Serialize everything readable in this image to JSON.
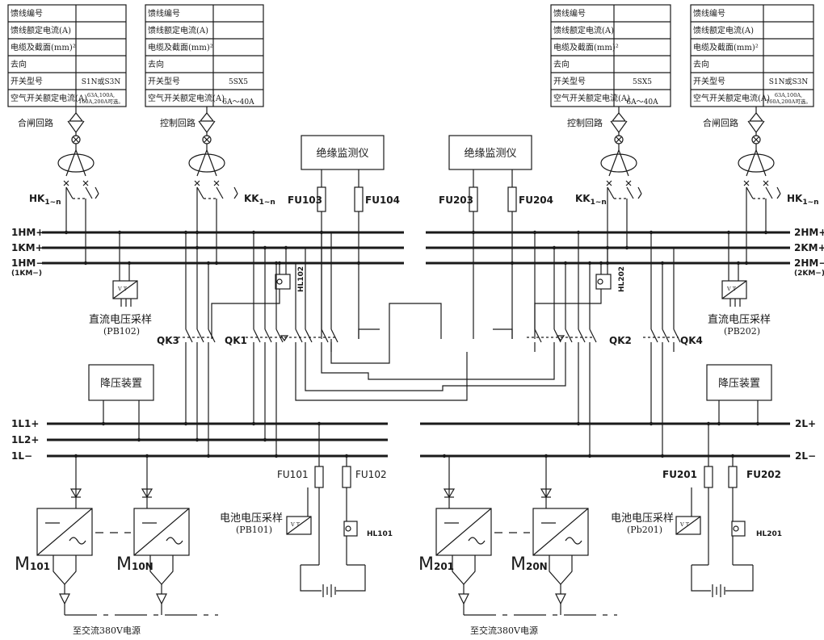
{
  "feeder_tables": [
    {
      "rows": [
        {
          "label": "馈线编号",
          "value": ""
        },
        {
          "label": "馈线额定电流(A)",
          "value": ""
        },
        {
          "label": "电缆及截面(mm)²",
          "value": ""
        },
        {
          "label": "去向",
          "value": ""
        },
        {
          "label": "开关型号",
          "value": "S1N或S3N"
        },
        {
          "label": "空气开关额定电流(A)",
          "value": "63A,100A,",
          "value2": "160A,200A可选。"
        }
      ],
      "circuit": "合闸回路"
    },
    {
      "rows": [
        {
          "label": "馈线编号",
          "value": ""
        },
        {
          "label": "馈线额定电流(A)",
          "value": ""
        },
        {
          "label": "电缆及截面(mm)²",
          "value": ""
        },
        {
          "label": "去向",
          "value": ""
        },
        {
          "label": "开关型号",
          "value": "5SX5"
        },
        {
          "label": "空气开关额定电流(A)",
          "value": "6A～40A",
          "value2": ""
        }
      ],
      "circuit": "控制回路"
    },
    {
      "rows": [
        {
          "label": "馈线编号",
          "value": ""
        },
        {
          "label": "馈线额定电流(A)",
          "value": ""
        },
        {
          "label": "电缆及截面(mm)²",
          "value": ""
        },
        {
          "label": "去向",
          "value": ""
        },
        {
          "label": "开关型号",
          "value": "5SX5"
        },
        {
          "label": "空气开关额定电流(A)",
          "value": "6A～40A",
          "value2": ""
        }
      ],
      "circuit": "控制回路"
    },
    {
      "rows": [
        {
          "label": "馈线编号",
          "value": ""
        },
        {
          "label": "馈线额定电流(A)",
          "value": ""
        },
        {
          "label": "电缆及截面(mm)²",
          "value": ""
        },
        {
          "label": "去向",
          "value": ""
        },
        {
          "label": "开关型号",
          "value": "S1N或S3N"
        },
        {
          "label": "空气开关额定电流(A)",
          "value": "63A,100A,",
          "value2": "160A,200A可选。"
        }
      ],
      "circuit": "合闸回路"
    }
  ],
  "labels": {
    "hk_left": "HK",
    "hk_right": "HK",
    "kk_left": "KK",
    "kk_right": "KK",
    "sub_1m": "1~n",
    "insulation_left": "绝缘监测仪",
    "insulation_right": "绝缘监测仪",
    "fu103": "FU103",
    "fu104": "FU104",
    "fu203": "FU203",
    "fu204": "FU204",
    "bus_1hm_plus": "1HM+",
    "bus_1km_plus": "1KM+",
    "bus_1hm_minus": "1HM−",
    "bus_1km_minus": "(1KM−)",
    "bus_2hm_plus": "2HM+",
    "bus_2km_plus": "2KM+",
    "bus_2hm_minus": "2HM−",
    "bus_2km_minus": "(2KM−)",
    "hl102": "HL102",
    "hl202": "HL202",
    "dc_sample_left": "直流电压采样",
    "dc_sample_left_id": "(PB102)",
    "dc_sample_right": "直流电压采样",
    "dc_sample_right_id": "(PB202)",
    "qk3": "QK3",
    "qk1": "QK1",
    "qk2": "QK2",
    "qk4": "QK4",
    "step_down_left": "降压装置",
    "step_down_right": "降压装置",
    "bus_1l_plus": "1L1+",
    "bus_1l2_plus": "1L2+",
    "bus_1l_minus": "1L−",
    "bus_2l_plus": "2L+",
    "bus_2l_minus": "2L−",
    "fu101": "FU101",
    "fu102": "FU102",
    "fu201": "FU201",
    "fu202": "FU202",
    "batt_sample_left": "电池电压采样",
    "batt_sample_left_id": "(PB101)",
    "batt_sample_right": "电池电压采样",
    "batt_sample_right_id": "(Pb201)",
    "hl101": "HL101",
    "hl201": "HL201",
    "m101": "M",
    "m101_sub": "101",
    "m10n": "M",
    "m10n_sub": "10N",
    "m201": "M",
    "m201_sub": "201",
    "m20n": "M",
    "m20n_sub": "20N",
    "ac_left": "至交流380V电源",
    "ac_right": "至交流380V电源",
    "vt": "V  T"
  }
}
